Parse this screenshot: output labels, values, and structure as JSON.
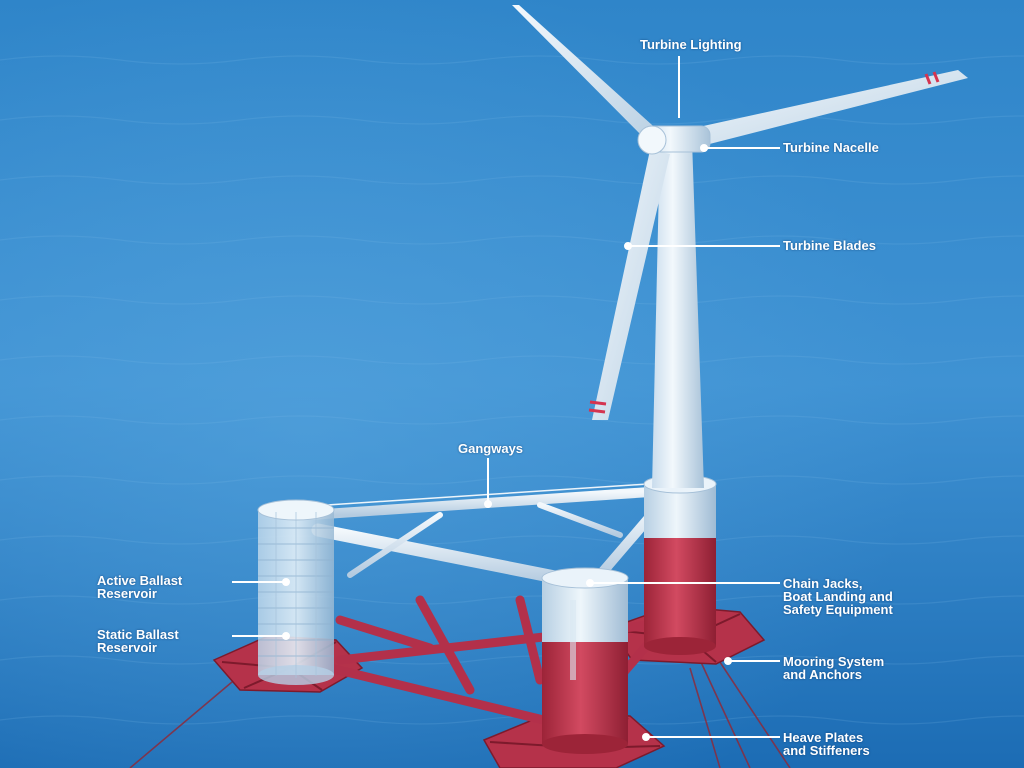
{
  "labels": {
    "turbine_lighting": "Turbine Lighting",
    "turbine_nacelle": "Turbine Nacelle",
    "turbine_blades": "Turbine Blades",
    "gangways": "Gangways",
    "active_ballast": "Active Ballast\nReservoir",
    "static_ballast": "Static Ballast\nReservoir",
    "chain_jacks": "Chain Jacks,\nBoat Landing and\nSafety Equipment",
    "mooring": "Mooring System\nand Anchors",
    "heave_plates": "Heave Plates\nand Stiffeners"
  },
  "colors": {
    "sea_light": "#3d8fd0",
    "sea_dark": "#1661a8",
    "turbine_white": "#e6f2fa",
    "platform_red": "#c5364d",
    "label_text": "#ffffff"
  }
}
